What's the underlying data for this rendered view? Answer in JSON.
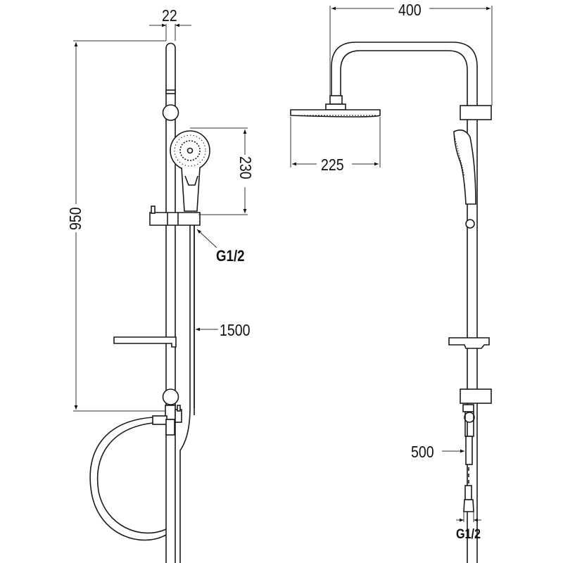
{
  "drawing": {
    "title": "Shower set technical drawing",
    "views": {
      "front": {
        "dimensions": {
          "rail_width": "22",
          "total_height": "950",
          "hand_shower_length": "230",
          "hose_length": "1500",
          "hand_shower_connection": "G1/2"
        }
      },
      "side": {
        "dimensions": {
          "arm_reach": "400",
          "overhead_diameter": "225",
          "pipe_length": "500",
          "inlet_connection": "G1/2"
        }
      }
    },
    "colors": {
      "line": "#1a1a1a",
      "dimension": "#555555",
      "background": "#ffffff"
    }
  }
}
